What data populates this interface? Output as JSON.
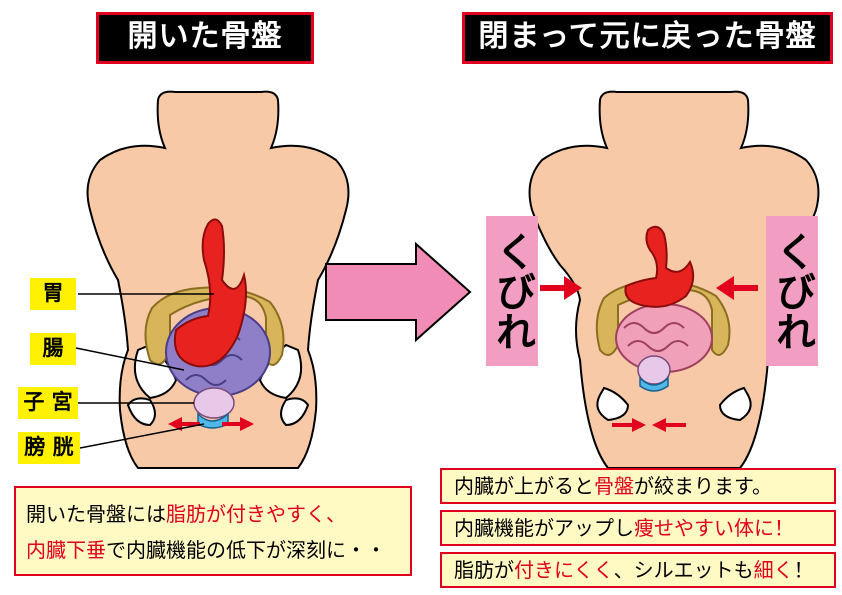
{
  "titles": {
    "left": "開いた骨盤",
    "right": "閉まって元に戻った骨盤"
  },
  "labels": {
    "stomach": "胃",
    "intestine": "腸",
    "uterus": "子 宮",
    "bladder": "膀 胱"
  },
  "kubire": {
    "left": "くびれ",
    "right": "くびれ"
  },
  "left_box": {
    "line1_a": "開いた骨盤には",
    "line1_b": "脂肪が付きやすく、",
    "line2_a": "内臓下垂",
    "line2_b": "で内臓機能の低下が深刻に・・"
  },
  "right_boxes": {
    "b1_a": "内臓が上がると",
    "b1_b": "骨盤",
    "b1_c": "が絞まります。",
    "b2_a": "内臓機能がアップし",
    "b2_b": "痩せやすい体に！",
    "b3_a": "脂肪が",
    "b3_b": "付きにくく",
    "b3_c": "、シルエットも",
    "b3_d": "細く",
    "b3_e": "！"
  },
  "colors": {
    "skin": "#f8c9a6",
    "stomach": "#e8231f",
    "colon": "#d8b55a",
    "small_intestine_open": "#8f7fc8",
    "small_intestine_closed": "#f0a0b8",
    "uterus": "#e8c8e8",
    "bladder": "#4fb8e8",
    "arrow_pink": "#f08cb6",
    "accent_red": "#e1001e"
  }
}
